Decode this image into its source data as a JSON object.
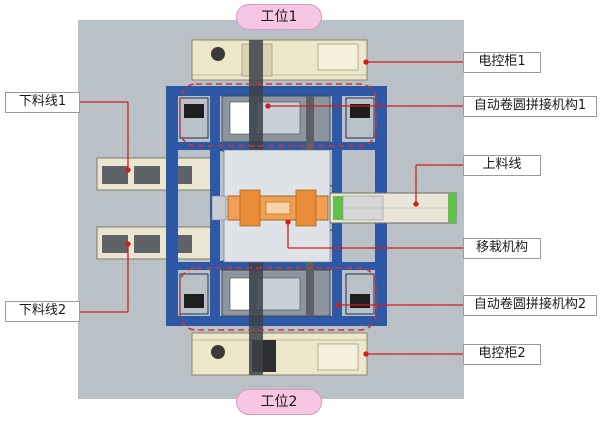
{
  "station_labels": {
    "station_1": "工位1",
    "station_2": "工位2"
  },
  "callouts": {
    "unload_line_1": "下料线1",
    "unload_line_2": "下料线2",
    "control_cabinet_1": "电控柜1",
    "auto_reel_splice_1": "自动卷圆拼接机构1",
    "load_line": "上料线",
    "transfer_mechanism": "移栽机构",
    "auto_reel_splice_2": "自动卷圆拼接机构2",
    "control_cabinet_2": "电控柜2"
  },
  "colors": {
    "floor": "#b9c1c6",
    "frame": "#2c58a5",
    "cabinet": "#ece7c9",
    "transfer": "#f0a050",
    "conveyor_green": "#5fc24a",
    "dashed_outline": "#d23434",
    "leader_line": "#d21c1c",
    "station_pill": "#f6c6e4"
  }
}
